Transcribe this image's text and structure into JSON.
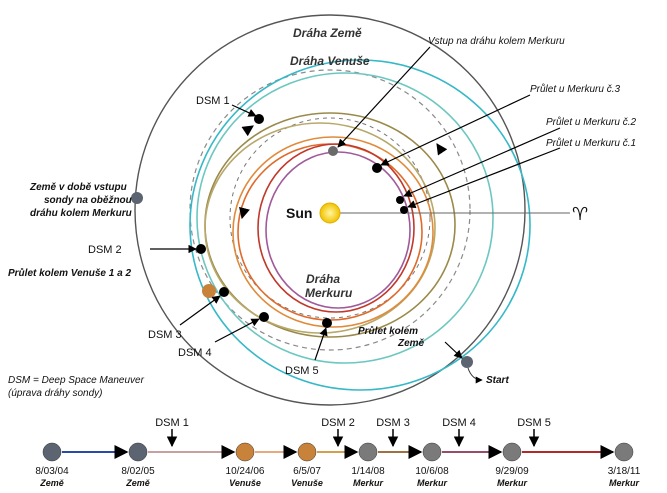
{
  "orbits": {
    "earth": "Dráha Země",
    "venus": "Dráha Venuše",
    "mercury_line1": "Dráha",
    "mercury_line2": "Merkuru"
  },
  "sun_label": "Sun",
  "aries_symbol": "♈",
  "callouts": {
    "orbit_insertion": "Vstup na dráhu kolem Merkuru",
    "flyby3": "Průlet u Merkuru č.3",
    "flyby2": "Průlet u Merkuru č.2",
    "flyby1": "Průlet u Merkuru č.1",
    "dsm1": "DSM 1",
    "dsm2": "DSM 2",
    "dsm3": "DSM 3",
    "dsm4": "DSM 4",
    "dsm5": "DSM 5",
    "earth_at_insertion": [
      "Země v době vstupu",
      "sondy na oběžnou",
      "dráhu kolem Merkuru"
    ],
    "venus_flyby": "Průlet kolem Venuše 1 a 2",
    "earth_flyby": [
      "Průlet kolem",
      "Země"
    ],
    "start": "Start"
  },
  "legend": [
    "DSM = Deep Space Maneuver",
    "(úprava dráhy sondy)"
  ],
  "timeline": {
    "events": [
      {
        "date": "8/03/04",
        "name": "Země",
        "body": "earth"
      },
      {
        "date": "8/02/05",
        "name": "Země",
        "body": "earth"
      },
      {
        "date": "10/24/06",
        "name": "Venuše",
        "body": "venus"
      },
      {
        "date": "6/5/07",
        "name": "Venuše",
        "body": "venus"
      },
      {
        "date": "1/14/08",
        "name": "Merkur",
        "body": "mercury"
      },
      {
        "date": "10/6/08",
        "name": "Merkur",
        "body": "mercury"
      },
      {
        "date": "9/29/09",
        "name": "Merkur",
        "body": "mercury"
      },
      {
        "date": "3/18/11",
        "name": "Merkur",
        "body": "mercury"
      }
    ],
    "maneuvers": [
      "DSM 1",
      "DSM 2",
      "DSM 3",
      "DSM 4",
      "DSM 5"
    ]
  },
  "colors": {
    "earth_orbit": "#555555",
    "venus_orbit": "#999999",
    "trajectory_cyan": "#35b8c8",
    "trajectory_olive": "#9a8a4a",
    "trajectory_orange": "#e07a2a",
    "trajectory_red": "#c0392b",
    "sun": "#f5d020",
    "earth_body": "#5b6470",
    "venus_body": "#c8823a",
    "mercury_body": "#7a7a7a"
  }
}
